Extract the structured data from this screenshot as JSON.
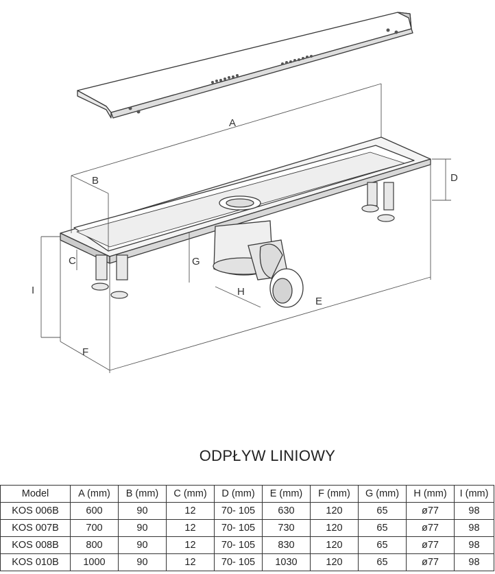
{
  "drawing": {
    "dimension_labels": [
      "A",
      "B",
      "C",
      "D",
      "E",
      "F",
      "G",
      "H",
      "I"
    ]
  },
  "title": "ODPŁYW LINIOWY",
  "table": {
    "headers": [
      "Model",
      "A (mm)",
      "B (mm)",
      "C (mm)",
      "D (mm)",
      "E (mm)",
      "F (mm)",
      "G (mm)",
      "H (mm)",
      "I (mm)"
    ],
    "rows": [
      [
        "KOS 006B",
        "600",
        "90",
        "12",
        "70- 105",
        "630",
        "120",
        "65",
        "ø77",
        "98"
      ],
      [
        "KOS 007B",
        "700",
        "90",
        "12",
        "70- 105",
        "730",
        "120",
        "65",
        "ø77",
        "98"
      ],
      [
        "KOS 008B",
        "800",
        "90",
        "12",
        "70- 105",
        "830",
        "120",
        "65",
        "ø77",
        "98"
      ],
      [
        "KOS 010B",
        "1000",
        "90",
        "12",
        "70- 105",
        "1030",
        "120",
        "65",
        "ø77",
        "98"
      ]
    ]
  }
}
